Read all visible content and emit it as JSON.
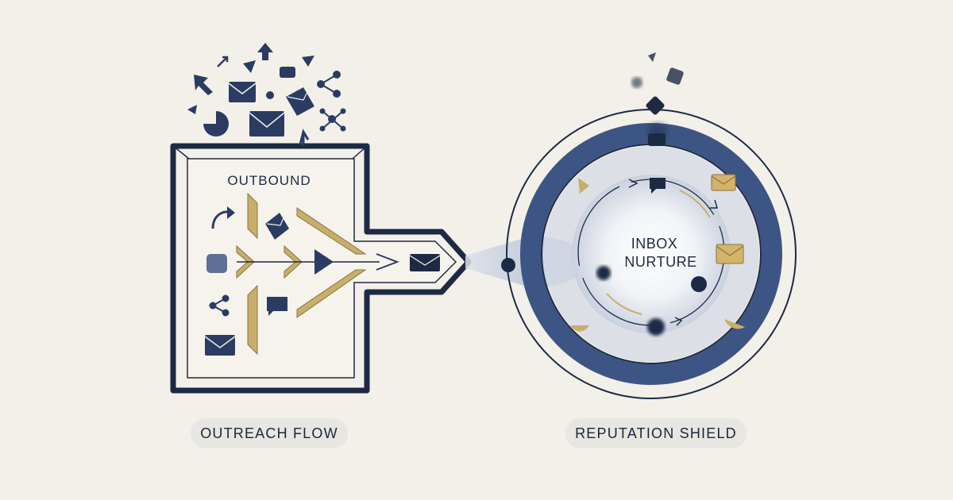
{
  "outbound_label": "OUTBOUND",
  "inbox_label_line1": "INBOX",
  "inbox_label_line2": "NURTURE",
  "left_caption": "OUTREACH FLOW",
  "right_caption": "REPUTATION SHIELD",
  "colors": {
    "navy": "#1c2a44",
    "slate_blue": "#3d5584",
    "gold": "#c9ad6a",
    "background": "#f3f0e9",
    "pill": "#e8e6e0"
  },
  "icons": [
    "envelope-icon",
    "arrow-icon",
    "share-node-icon",
    "chat-bubble-icon",
    "chevron-icon",
    "network-icon"
  ]
}
